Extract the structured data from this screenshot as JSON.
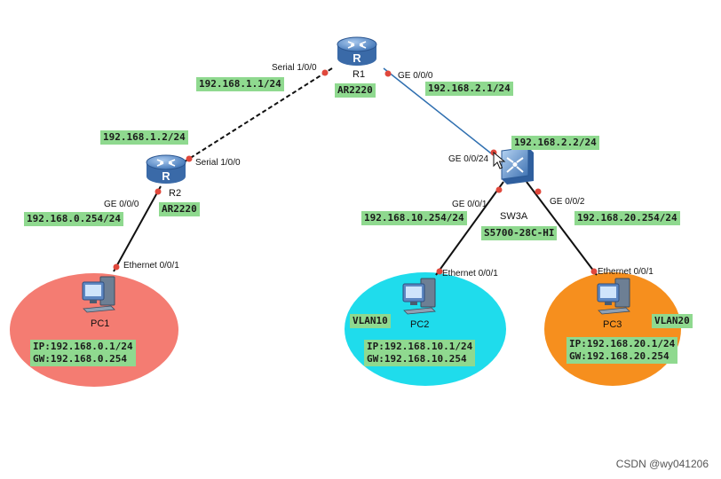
{
  "routers": {
    "r1": {
      "name": "R1",
      "model": "AR2220"
    },
    "r2": {
      "name": "R2",
      "model": "AR2220"
    }
  },
  "switch": {
    "name": "SW3A",
    "model": "S5700-28C-HI"
  },
  "pcs": {
    "pc1": {
      "name": "PC1",
      "ip": "IP:192.168.0.1/24",
      "gw": "GW:192.168.0.254",
      "color": "#f47c72"
    },
    "pc2": {
      "name": "PC2",
      "vlan": "VLAN10",
      "ip": "IP:192.168.10.1/24",
      "gw": "GW:192.168.10.254",
      "color": "#1fdcec"
    },
    "pc3": {
      "name": "PC3",
      "vlan": "VLAN20",
      "ip": "IP:192.168.20.1/24",
      "gw": "GW:192.168.20.254",
      "color": "#f68f1e"
    }
  },
  "ports": {
    "r1_serial": "Serial 1/0/0",
    "r1_ge": "GE 0/0/0",
    "r2_serial": "Serial 1/0/0",
    "r2_ge": "GE 0/0/0",
    "pc1_eth": "Ethernet 0/0/1",
    "sw_ge24": "GE 0/0/24",
    "sw_ge1": "GE 0/0/1",
    "sw_ge2": "GE 0/0/2",
    "pc2_eth": "Ethernet 0/0/1",
    "pc3_eth": "Ethernet 0/0/1"
  },
  "addresses": {
    "r1_serial": "192.168.1.1/24",
    "r2_serial": "192.168.1.2/24",
    "r1_ge": "192.168.2.1/24",
    "sw_ge24": "192.168.2.2/24",
    "r2_ge": "192.168.0.254/24",
    "vlan10_gw": "192.168.10.254/24",
    "vlan20_gw": "192.168.20.254/24"
  },
  "colors": {
    "label_bg": "#8fd98f",
    "link_r1_sw": "#2f6fb0",
    "port_dot": "#e0483c",
    "router": "#4f86c6",
    "switch": "#5a8fd0"
  },
  "icons": {
    "router": "router-icon",
    "switch": "l3-switch-icon",
    "pc": "desktop-pc-icon"
  },
  "watermark": "CSDN @wy041206"
}
